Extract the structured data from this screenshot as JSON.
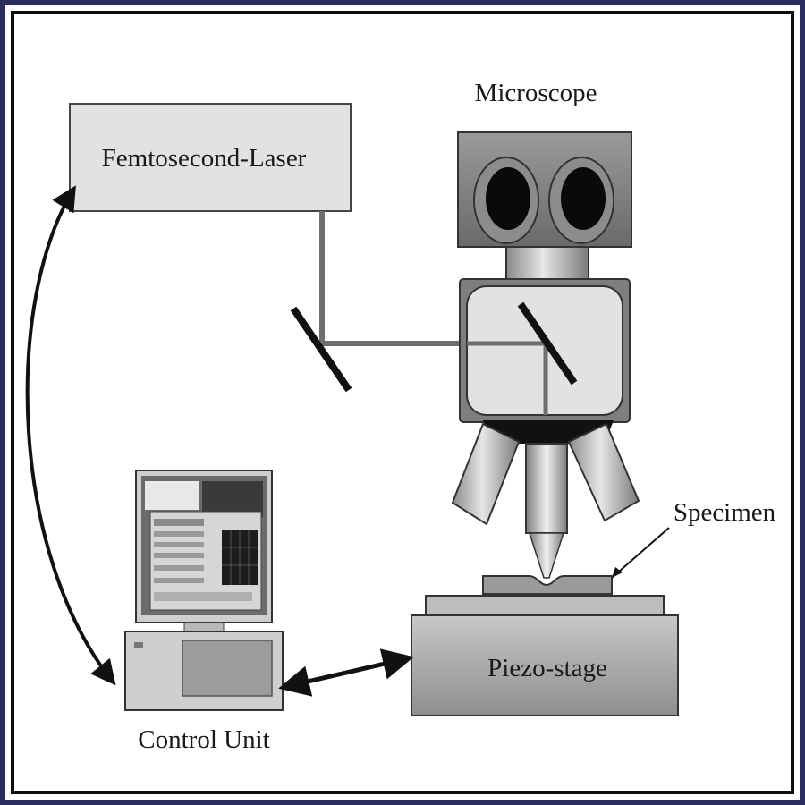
{
  "labels": {
    "laser": "Femtosecond-Laser",
    "microscope": "Microscope",
    "specimen": "Specimen",
    "stage": "Piezo-stage",
    "control": "Control Unit"
  },
  "colors": {
    "frame_outer": "#2b2b5e",
    "frame_inner": "#0d0d0d",
    "box_fill": "#e2e2e2",
    "dark_gray": "#7a7a7a",
    "mid_gray": "#a8a8a8",
    "light_gray": "#d8d8d8",
    "beam": "#6e6e6e"
  }
}
